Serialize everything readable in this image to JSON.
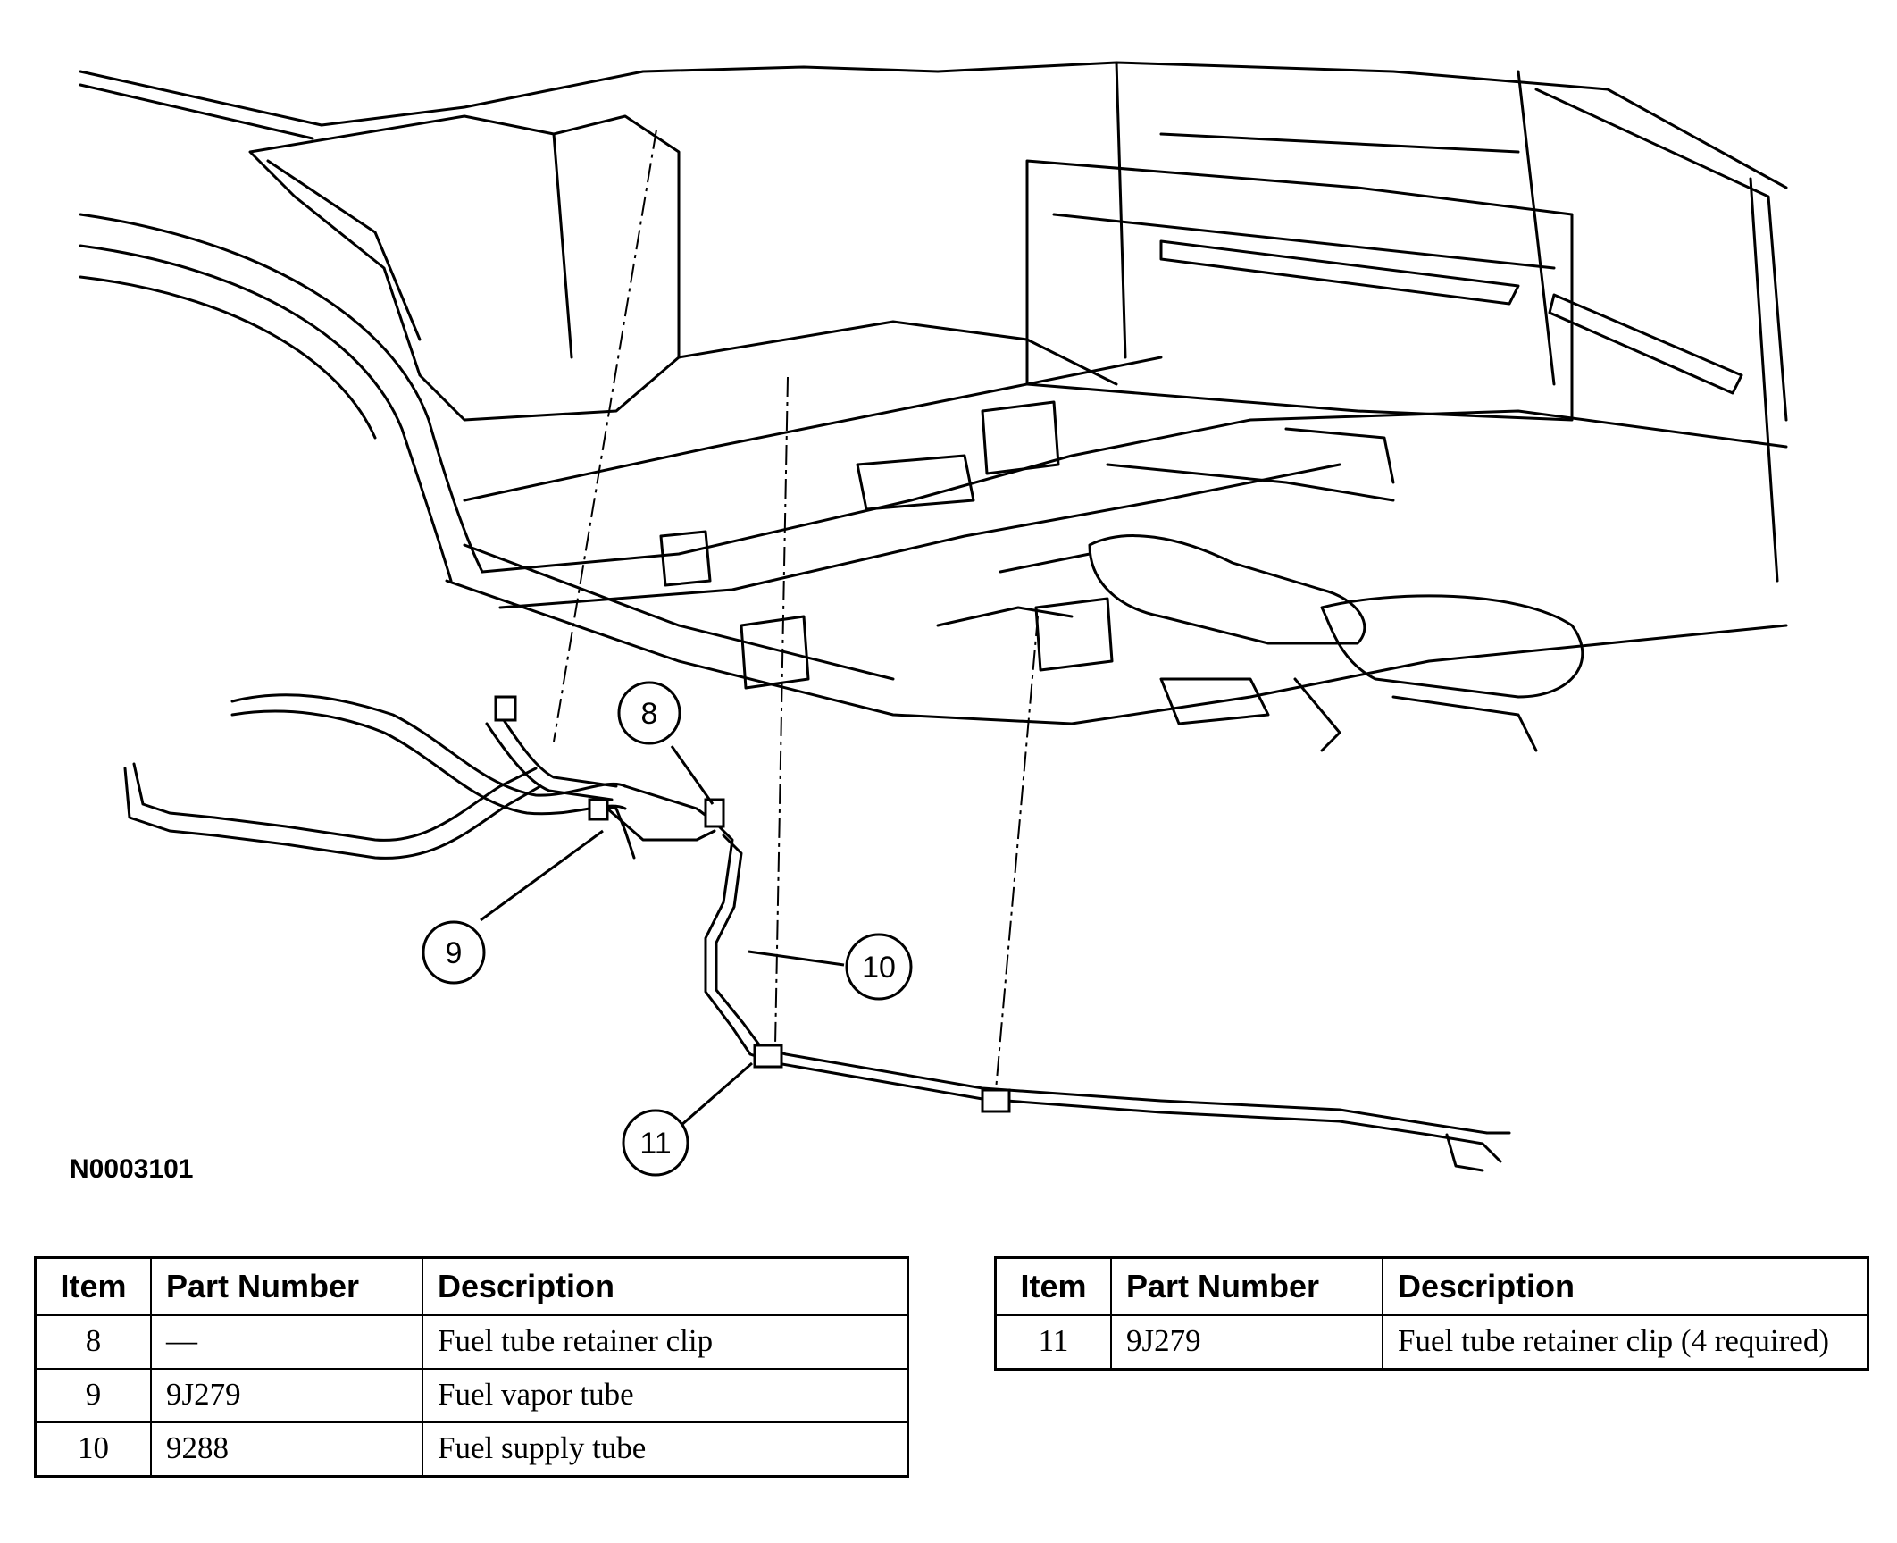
{
  "figure_id": "N0003101",
  "callouts": [
    {
      "id": "callout-8",
      "label": "8"
    },
    {
      "id": "callout-9",
      "label": "9"
    },
    {
      "id": "callout-10",
      "label": "10"
    },
    {
      "id": "callout-11",
      "label": "11"
    }
  ],
  "table_headers": {
    "item": "Item",
    "part_number": "Part Number",
    "description": "Description"
  },
  "table_left": [
    {
      "item": "8",
      "part_number": "—",
      "description": "Fuel tube retainer clip"
    },
    {
      "item": "9",
      "part_number": "9J279",
      "description": "Fuel vapor tube"
    },
    {
      "item": "10",
      "part_number": "9288",
      "description": "Fuel supply tube"
    }
  ],
  "table_right": [
    {
      "item": "11",
      "part_number": "9J279",
      "description": "Fuel tube retainer clip (4 required)"
    }
  ]
}
